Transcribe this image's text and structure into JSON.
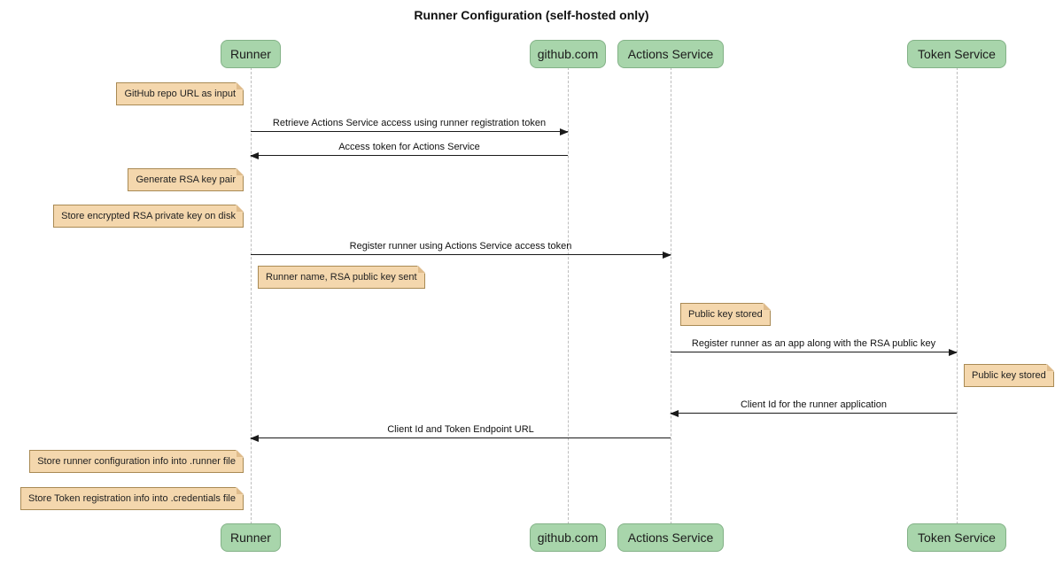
{
  "type": "sequence-diagram",
  "title": "Runner Configuration (self-hosted only)",
  "actors": [
    {
      "id": "runner",
      "label": "Runner"
    },
    {
      "id": "github",
      "label": "github.com"
    },
    {
      "id": "actions-service",
      "label": "Actions Service"
    },
    {
      "id": "token-service",
      "label": "Token Service"
    }
  ],
  "notes": [
    {
      "text": "GitHub repo URL as input",
      "anchor": "left of Runner"
    },
    {
      "text": "Generate RSA key pair",
      "anchor": "left of Runner"
    },
    {
      "text": "Store encrypted RSA private key on disk",
      "anchor": "left of Runner"
    },
    {
      "text": "Runner name, RSA public key sent",
      "anchor": "right of Runner"
    },
    {
      "text": "Public key stored",
      "anchor": "right of Actions Service"
    },
    {
      "text": "Public key stored",
      "anchor": "right of Token Service"
    },
    {
      "text": "Store runner configuration info into .runner file",
      "anchor": "left of Runner"
    },
    {
      "text": "Store Token registration info into .credentials file",
      "anchor": "left of Runner"
    }
  ],
  "messages": [
    {
      "from": "Runner",
      "to": "github.com",
      "text": "Retrieve Actions Service access using runner registration token"
    },
    {
      "from": "github.com",
      "to": "Runner",
      "text": "Access token for Actions Service"
    },
    {
      "from": "Runner",
      "to": "Actions Service",
      "text": "Register runner using Actions Service access token"
    },
    {
      "from": "Actions Service",
      "to": "Token Service",
      "text": "Register runner as an app along with the RSA public key"
    },
    {
      "from": "Token Service",
      "to": "Actions Service",
      "text": "Client Id for the runner application"
    },
    {
      "from": "Actions Service",
      "to": "Runner",
      "text": "Client Id and Token Endpoint URL"
    }
  ],
  "colors": {
    "actor_fill": "#a8d5ab",
    "actor_border": "#83b287",
    "note_fill": "#f4d7ad",
    "note_border": "#a98a54",
    "note_fold": "#dfbc8c",
    "lifeline": "#bdbdbd",
    "arrow": "#1a1a1a"
  }
}
